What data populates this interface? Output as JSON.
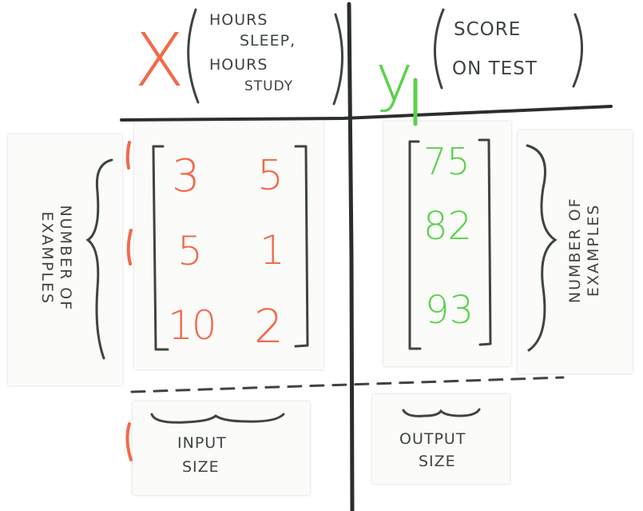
{
  "x_label": {
    "letter": "X",
    "line1": "Hours",
    "line2": "sleep,",
    "line3": "Hours",
    "line4": "study"
  },
  "y_label": {
    "letter": "y",
    "line1": "Score",
    "line2": "on test"
  },
  "x_matrix": [
    [
      "3",
      "5"
    ],
    [
      "5",
      "1"
    ],
    [
      "10",
      "2"
    ]
  ],
  "y_vector": [
    "75",
    "82",
    "93"
  ],
  "left_brace_label": {
    "line1": "Number of",
    "line2": "Examples"
  },
  "right_brace_label": {
    "line1": "Number of",
    "line2": "Examples"
  },
  "input_size": {
    "line1": "Input",
    "line2": "Size"
  },
  "output_size": {
    "line1": "Output",
    "line2": "Size"
  },
  "colors": {
    "red": "#f26a4a",
    "green": "#5ad24a",
    "ink": "#2a2e2c"
  }
}
